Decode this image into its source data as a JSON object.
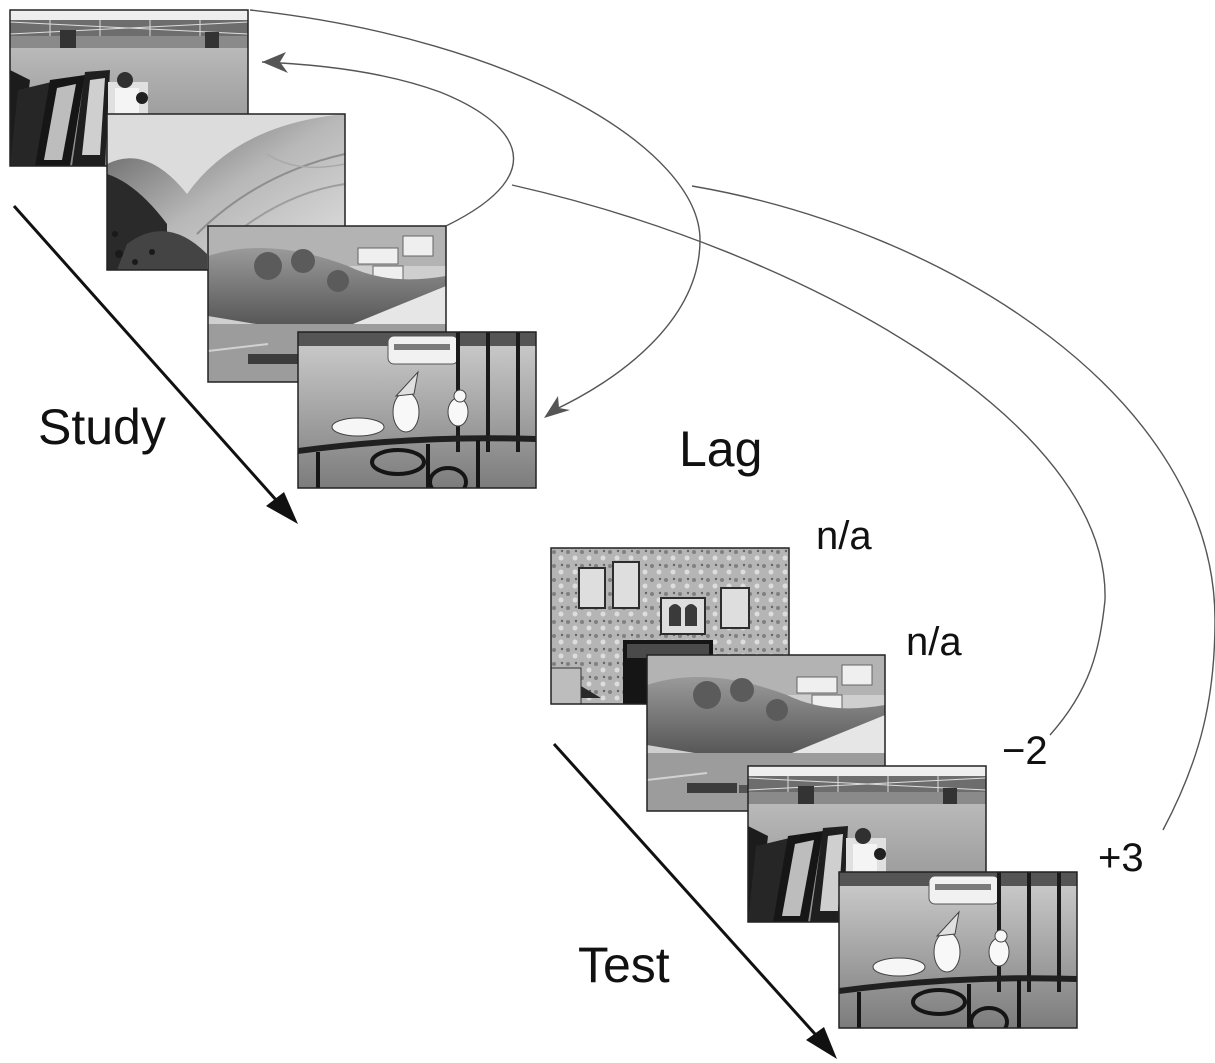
{
  "labels": {
    "study": "Study",
    "test": "Test",
    "lag": "Lag"
  },
  "study_sequence": [
    {
      "scene": "river-bridge-boats-photo"
    },
    {
      "scene": "eroded-hillside-photo"
    },
    {
      "scene": "riverbank-village-photo"
    },
    {
      "scene": "seagulls-on-railing-photo"
    }
  ],
  "test_sequence": [
    {
      "scene": "carved-rock-reliefs-photo",
      "lag": "n/a"
    },
    {
      "scene": "riverbank-village-photo",
      "lag": "n/a"
    },
    {
      "scene": "river-bridge-boats-photo",
      "lag": "−2"
    },
    {
      "scene": "seagulls-on-railing-photo",
      "lag": "+3"
    }
  ],
  "colors": {
    "ink": "#111111",
    "arc": "#555555",
    "photo_border": "#222222"
  }
}
